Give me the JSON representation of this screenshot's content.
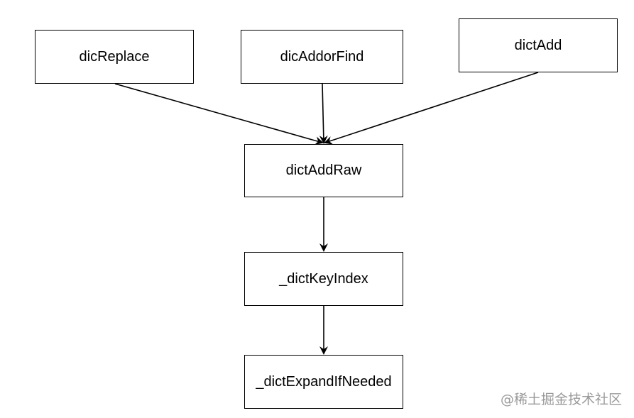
{
  "nodes": {
    "dicReplace": "dicReplace",
    "dicAddorFind": "dicAddorFind",
    "dictAdd": "dictAdd",
    "dictAddRaw": "dictAddRaw",
    "dictKeyIndex": "_dictKeyIndex",
    "dictExpandIfNeeded": "_dictExpandIfNeeded"
  },
  "edges": [
    {
      "from": "dicReplace",
      "to": "dictAddRaw"
    },
    {
      "from": "dicAddorFind",
      "to": "dictAddRaw"
    },
    {
      "from": "dictAdd",
      "to": "dictAddRaw"
    },
    {
      "from": "dictAddRaw",
      "to": "dictKeyIndex"
    },
    {
      "from": "dictKeyIndex",
      "to": "dictExpandIfNeeded"
    }
  ],
  "watermark": "@稀土掘金技术社区",
  "colors": {
    "stroke": "#000000",
    "watermark": "#9a9a9a"
  }
}
